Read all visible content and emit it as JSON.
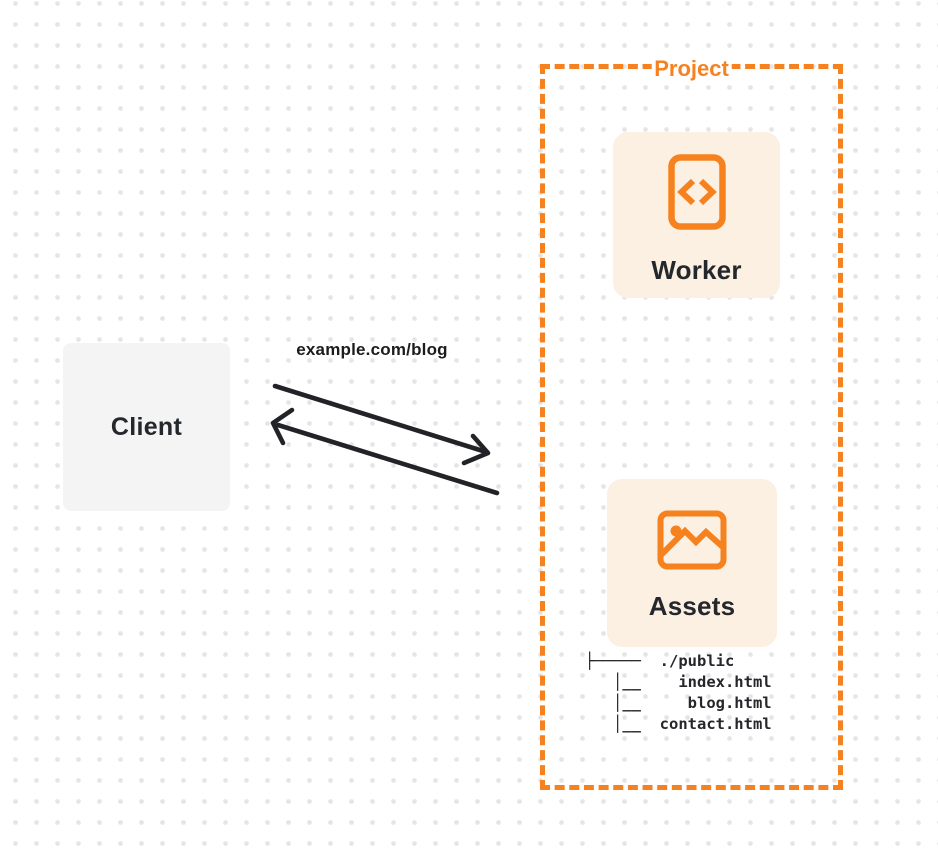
{
  "colors": {
    "accent": "#F6821F",
    "card_bg": "#FBF0E1",
    "node_bg": "#F4F4F5",
    "ink": "#24272B",
    "arrow": "#222326",
    "dot": "#E5E5E8",
    "page_bg": "#FFFFFF"
  },
  "client": {
    "label": "Client"
  },
  "request": {
    "label": "example.com/blog"
  },
  "project": {
    "label": "Project"
  },
  "worker": {
    "label": "Worker",
    "icon": "code-file-icon"
  },
  "assets": {
    "label": "Assets",
    "icon": "image-icon"
  },
  "file_tree": {
    "lines": [
      "├─────  ./public",
      "   │__    index.html",
      "   │__     blog.html",
      "   │__  contact.html"
    ]
  }
}
